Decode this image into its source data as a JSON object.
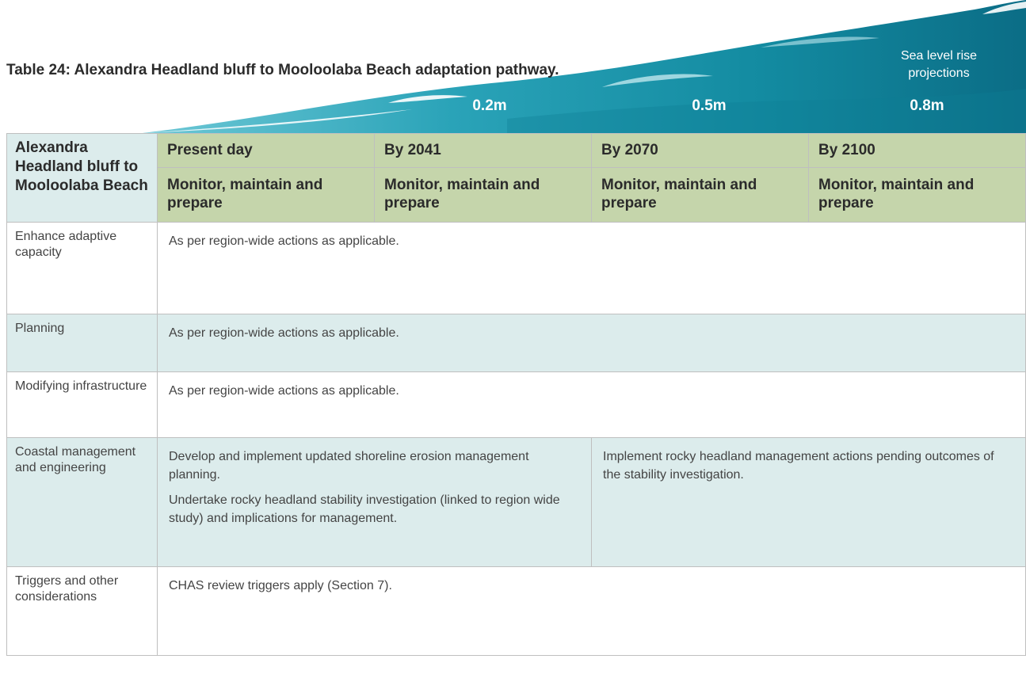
{
  "title": "Table 24: Alexandra Headland bluff to Mooloolaba Beach adaptation pathway.",
  "sea_level": {
    "label": "Sea level rise projections",
    "projections": [
      "0.2m",
      "0.5m",
      "0.8m"
    ]
  },
  "table": {
    "corner": "Alexandra Headland bluff to Mooloolaba Beach",
    "periods": [
      "Present day",
      "By 2041",
      "By 2070",
      "By 2100"
    ],
    "approaches": [
      "Monitor, maintain and prepare",
      "Monitor, maintain and prepare",
      "Monitor, maintain and prepare",
      "Monitor, maintain and prepare"
    ],
    "rows": [
      {
        "label": "Enhance adaptive capacity",
        "text": "As per region-wide actions as applicable."
      },
      {
        "label": "Planning",
        "text": "As per region-wide actions as applicable."
      },
      {
        "label": "Modifying infrastructure",
        "text": "As per region-wide actions as applicable."
      },
      {
        "label": "Coastal management and engineering",
        "left": [
          "Develop and implement updated shoreline erosion management planning.",
          "Undertake rocky headland stability investigation (linked to region wide study) and implications for management."
        ],
        "right": "Implement rocky headland management actions pending outcomes of the stability investigation."
      },
      {
        "label": "Triggers and other considerations",
        "text": "CHAS review triggers apply (Section 7)."
      }
    ]
  },
  "colors": {
    "header": "#c5d5ab",
    "shade": "#dcecec",
    "wave_dark": "#0f7f95",
    "wave_light": "#3fb4c6"
  }
}
